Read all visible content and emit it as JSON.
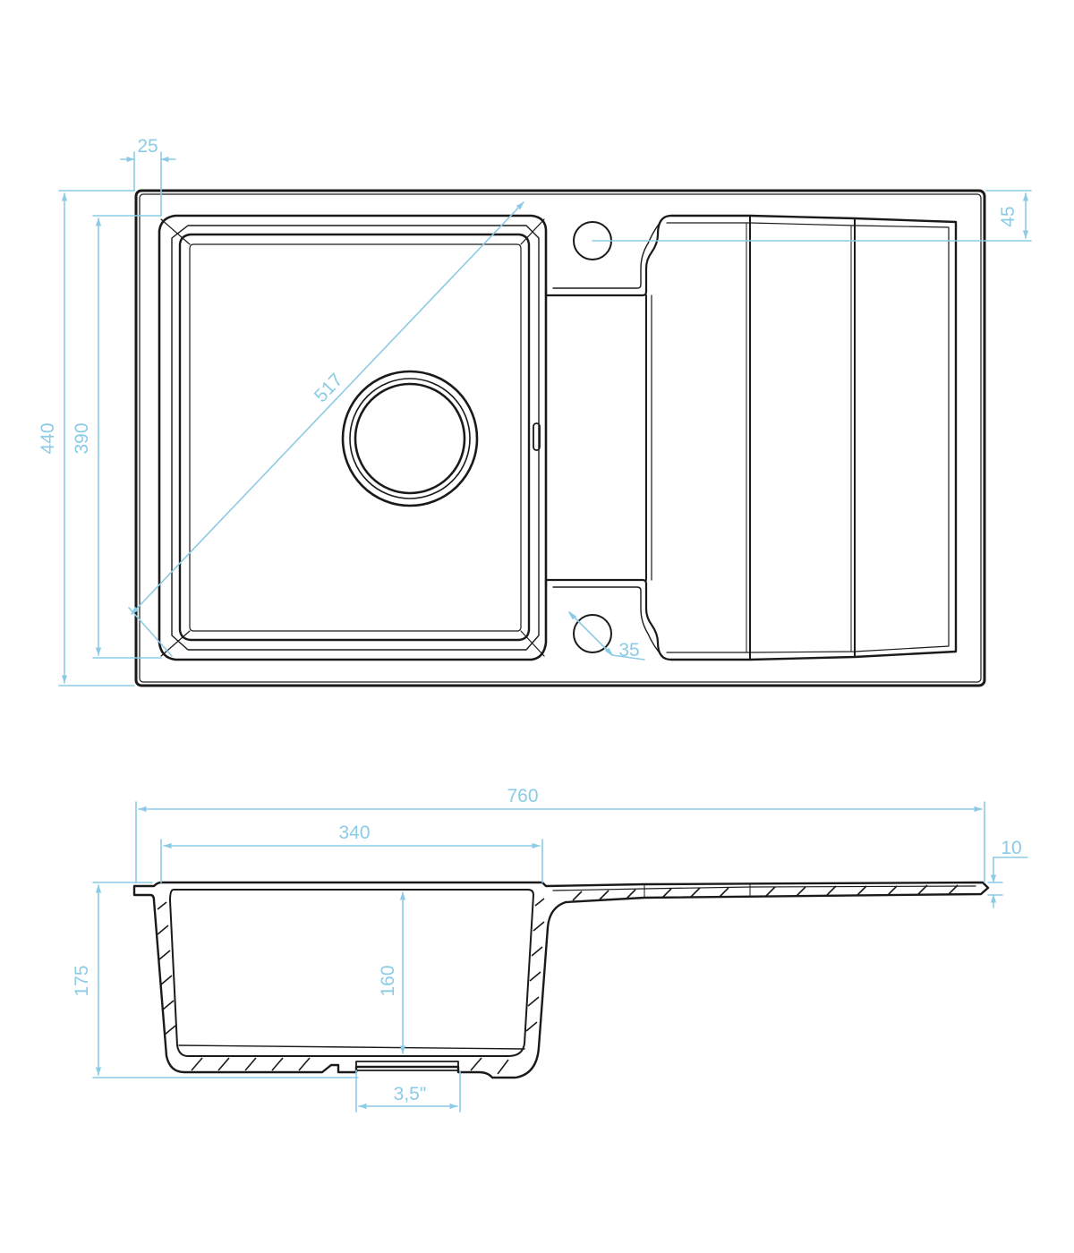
{
  "colors": {
    "outline": "#1a1a1a",
    "dimension": "#8ccbe6",
    "background": "#ffffff"
  },
  "top_view": {
    "dimensions": {
      "overall_depth": "440",
      "bowl_depth": "390",
      "rim_offset": "25",
      "diagonal": "517",
      "tap_hole_offset": "45",
      "tap_hole_diameter": "35"
    }
  },
  "section_view": {
    "dimensions": {
      "overall_width": "760",
      "bowl_width": "340",
      "drainer_thickness": "10",
      "overall_height": "175",
      "bowl_inner_depth": "160",
      "waste_diameter": "3,5\""
    }
  }
}
